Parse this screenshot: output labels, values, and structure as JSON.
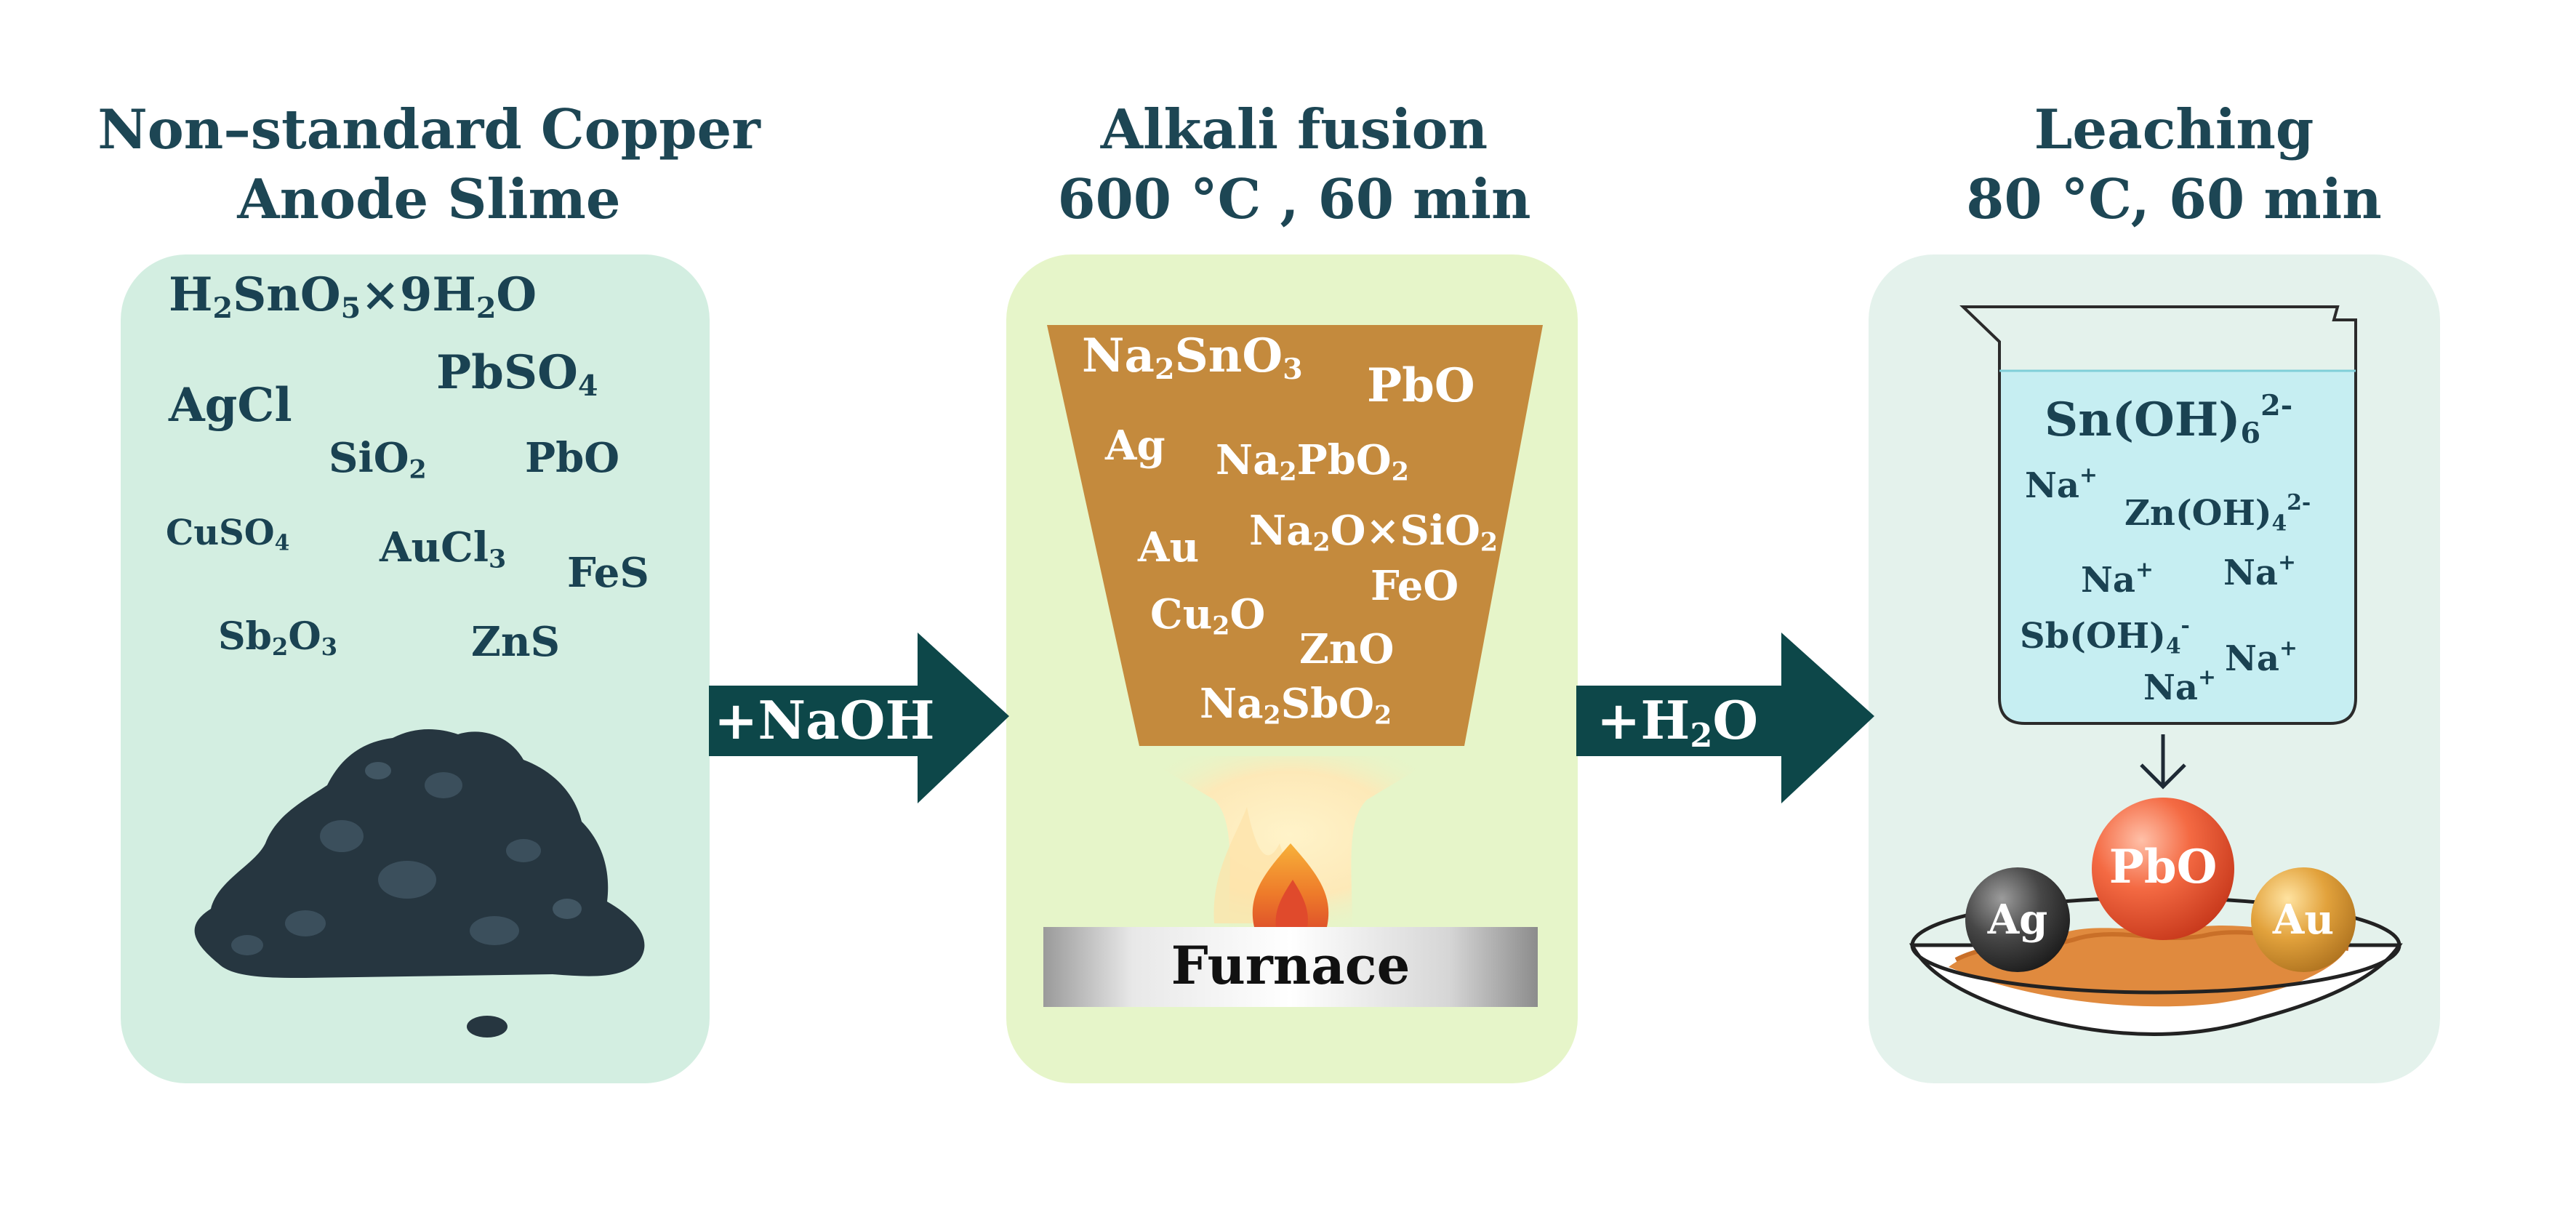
{
  "panel1": {
    "title_line1": "Non–standard Copper",
    "title_line2": "Anode Slime",
    "compounds": {
      "h2sno5": {
        "a": "H",
        "b": "2",
        "c": "SnO",
        "d": "5",
        "e": "×9H",
        "f": "2",
        "g": "O"
      },
      "agcl": "AgCl",
      "pbso4": {
        "a": "PbSO",
        "b": "4"
      },
      "sio2": {
        "a": "SiO",
        "b": "2"
      },
      "pbo": "PbO",
      "cuso4": {
        "a": "CuSO",
        "b": "4"
      },
      "aucl3": {
        "a": "AuCl",
        "b": "3"
      },
      "fes": "FeS",
      "sb2o3": {
        "a": "Sb",
        "b": "2",
        "c": "O",
        "d": "3"
      },
      "zns": "ZnS"
    }
  },
  "arrow1": {
    "a": "+NaOH"
  },
  "panel2": {
    "title_line1": "Alkali fusion",
    "title_line2": "600 °C , 60 min",
    "compounds": {
      "na2sno3": {
        "a": "Na",
        "b": "2",
        "c": "SnO",
        "d": "3"
      },
      "pbo": "PbO",
      "ag": "Ag",
      "na2pbo2": {
        "a": "Na",
        "b": "2",
        "c": "PbO",
        "d": "2"
      },
      "au": "Au",
      "na2osio2": {
        "a": "Na",
        "b": "2",
        "c": "O×SiO",
        "d": "2"
      },
      "feo": "FeO",
      "cu2o": {
        "a": "Cu",
        "b": "2",
        "c": "O"
      },
      "zno": "ZnO",
      "na2sbo2": {
        "a": "Na",
        "b": "2",
        "c": "SbO",
        "d": "2"
      }
    },
    "furnace": "Furnace"
  },
  "arrow2": {
    "a": "+H",
    "b": "2",
    "c": "O"
  },
  "panel3": {
    "title_line1": "Leaching",
    "title_line2": "80 °C, 60 min",
    "ions": {
      "snoh6": {
        "a": "Sn(OH)",
        "b": "6",
        "c": "2-"
      },
      "na1": {
        "a": "Na",
        "b": "+"
      },
      "znoh4": {
        "a": "Zn(OH)",
        "b": "4",
        "c": "2-"
      },
      "na2": {
        "a": "Na",
        "b": "+"
      },
      "na3": {
        "a": "Na",
        "b": "+"
      },
      "sboh4": {
        "a": "Sb(OH)",
        "b": "4",
        "c": "-"
      },
      "na4": {
        "a": "Na",
        "b": "+"
      },
      "na5": {
        "a": "Na",
        "b": "+"
      }
    },
    "residue": {
      "ag": "Ag",
      "pbo": "PbO",
      "au": "Au"
    }
  },
  "colors": {
    "panel1_bg": "#d3eee1",
    "panel2_bg": "#e6f5c9",
    "panel3_bg": "#e4f2ec",
    "arrow": "#0d4749",
    "crucible": "#c48a3d",
    "solution": "#c6eef2",
    "title_text": "#1d4654"
  }
}
